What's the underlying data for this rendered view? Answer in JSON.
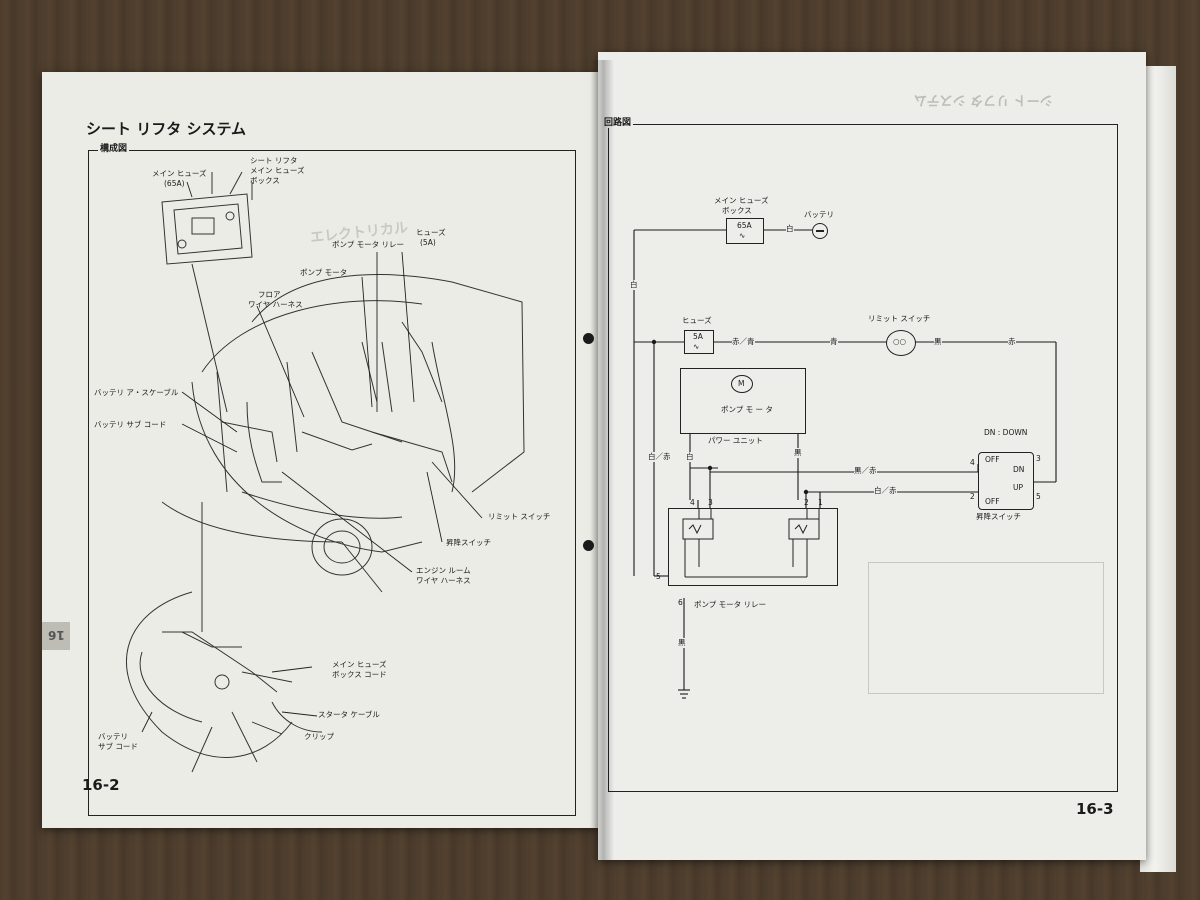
{
  "left_page": {
    "title": "シート リフタ システム",
    "section": "構成図",
    "page_number": "16-2",
    "tab": "16",
    "labels": {
      "main_fuse": "メイン ヒューズ",
      "main_fuse_amp": "(65A)",
      "seat_lifter_1": "シート リフタ",
      "seat_lifter_2": "メイン ヒューズ",
      "seat_lifter_3": "ボックス",
      "fuse": "ヒューズ",
      "fuse_amp": "(5A)",
      "pump_relay": "ポンプ モータ リレー",
      "pump_motor": "ポンプ モータ",
      "floor_1": "フロア",
      "floor_2": "ワイヤ ハーネス",
      "battery_cable": "バッテリ ア・スケーブル",
      "battery_sub": "バッテリ サブ コード",
      "limit_switch": "リミット スイッチ",
      "lift_switch": "昇降スイッチ",
      "engine_1": "エンジン ルーム",
      "engine_2": "ワイヤ ハーネス",
      "fuse_box_cord_1": "メイン ヒューズ",
      "fuse_box_cord_2": "ボックス コード",
      "starter_cable": "スタータ ケーブル",
      "clip": "クリップ",
      "battery_sub2_1": "バッテリ",
      "battery_sub2_2": "サブ コード"
    }
  },
  "right_page": {
    "section": "回路図",
    "page_number": "16-3",
    "header_ghost": "シート リフタ システム",
    "labels": {
      "main_fuse_1": "メイン ヒューズ",
      "main_fuse_2": "ボックス",
      "amp65": "65A",
      "battery": "バッテリ",
      "white": "白",
      "fuse": "ヒューズ",
      "amp5": "5A",
      "red_blue": "赤／青",
      "blue": "青",
      "limit_switch": "リミット スイッチ",
      "black": "黒",
      "red": "赤",
      "motor": "M",
      "pump_motor": "ポンプ モ ー タ",
      "power_unit": "パワー ユニット",
      "white_red": "白／赤",
      "black_red": "黒／赤",
      "dn_down": "DN : DOWN",
      "lift_switch": "昇降スイッチ",
      "pump_relay": "ポンプ モータ リレー",
      "off": "OFF",
      "dn": "DN",
      "up": "UP",
      "n4": "4",
      "n3": "3",
      "n2": "2",
      "n1": "1",
      "n5": "5",
      "n6": "6",
      "s4": "4",
      "s3": "3",
      "s2": "2",
      "s5": "5"
    }
  }
}
